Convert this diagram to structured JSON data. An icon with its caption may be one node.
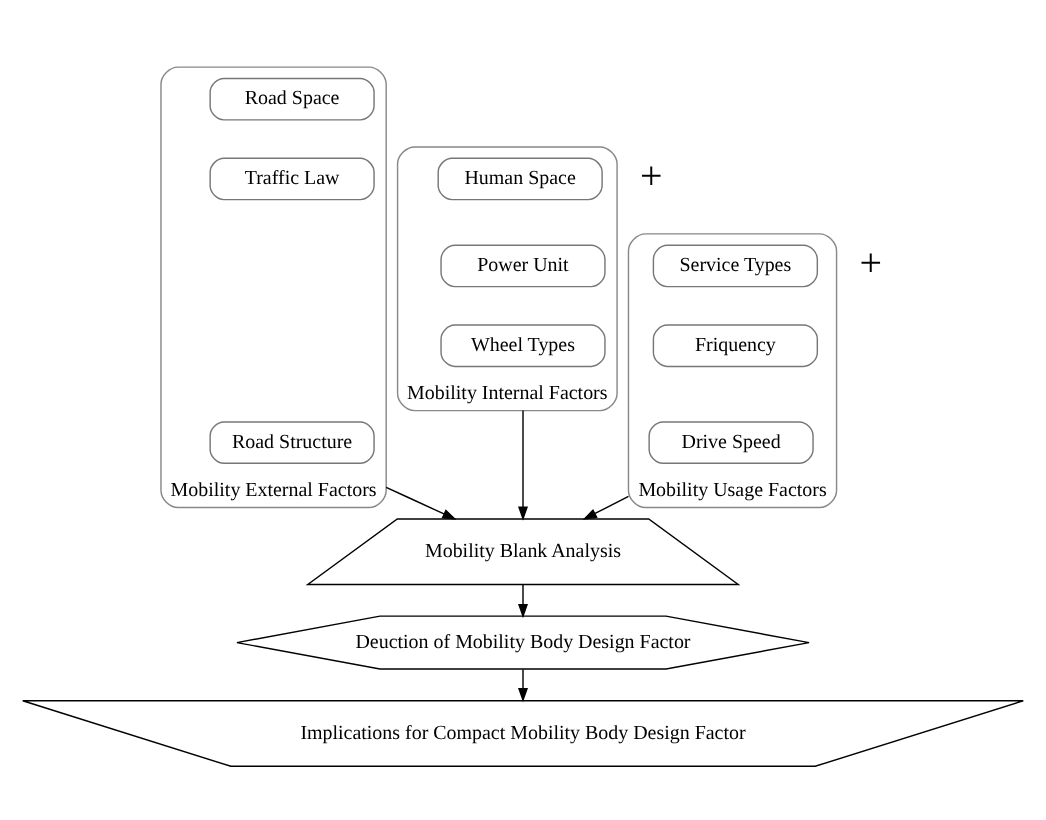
{
  "diagram": {
    "nodes": [
      {
        "text": [
          "Mobility External Factors"
        ]
      },
      {
        "text": [
          "Road Space"
        ],
        "in": 0
      },
      {
        "text": [
          "Traffic Law"
        ],
        "in": 0
      },
      {
        "text": [
          "Road Structure"
        ],
        "in": 0
      },
      {
        "text": [
          "Mobility Internal Factors"
        ]
      },
      {
        "text": [
          "Human Space"
        ],
        "in": 4
      },
      {
        "text": [
          "Power Unit"
        ],
        "in": 4
      },
      {
        "text": [
          "Wheel Types"
        ],
        "in": 4
      },
      {
        "text": [
          "Mobility Usage Factors"
        ]
      },
      {
        "text": [
          "Service Types"
        ],
        "in": 8
      },
      {
        "text": [
          "Friquency"
        ],
        "in": 8
      },
      {
        "text": [
          "Drive Speed"
        ],
        "in": 8
      },
      {
        "text": [
          "Mobility Blank Analysis"
        ]
      },
      {
        "text": [
          "Deuction of Mobility Body Design Factor"
        ]
      },
      {
        "text": [
          "Implications for Compact Mobility Body Design Factor"
        ]
      }
    ],
    "edges": [
      {
        "from": 0,
        "to": 12,
        "arrow": "to"
      },
      {
        "from": 4,
        "to": 12,
        "arrow": "to"
      },
      {
        "from": 8,
        "to": 12,
        "arrow": "to"
      },
      {
        "from": 12,
        "to": 13,
        "arrow": "to"
      },
      {
        "from": 13,
        "to": 14,
        "arrow": "to"
      }
    ],
    "labels": [
      "+",
      "+"
    ]
  }
}
